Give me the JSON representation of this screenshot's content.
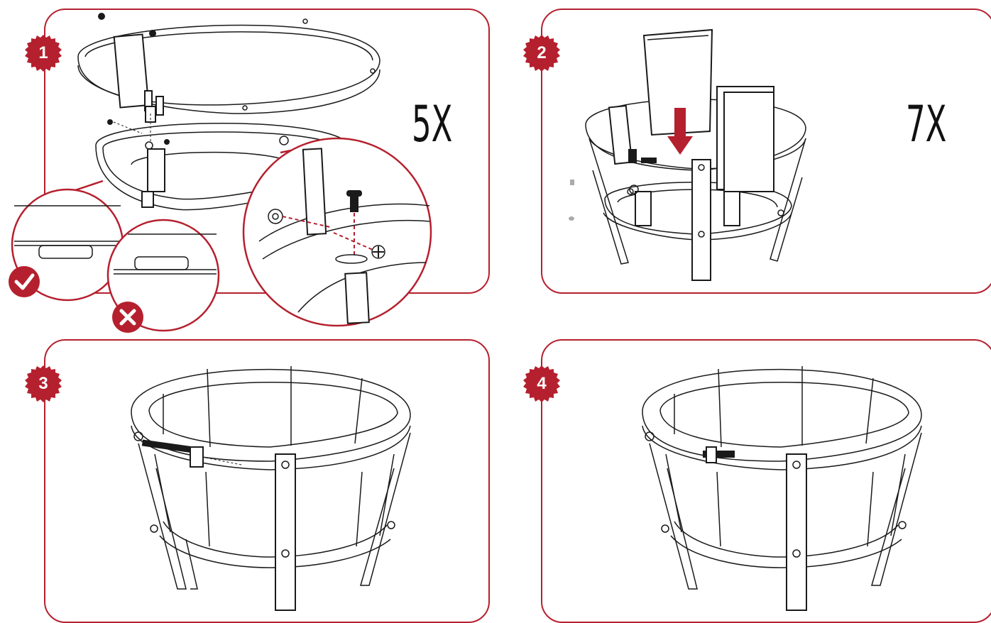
{
  "steps": [
    {
      "number": "1",
      "multiplier": "5X"
    },
    {
      "number": "2",
      "multiplier": "7X"
    },
    {
      "number": "3",
      "multiplier": ""
    },
    {
      "number": "4",
      "multiplier": ""
    }
  ],
  "colors": {
    "accent": "#b5202e",
    "line": "#1a1a1a",
    "ok": "#b5202e",
    "bad": "#b5202e"
  },
  "icons": {
    "correct": "checkmark-icon",
    "wrong": "cross-icon",
    "direction": "arrow-down-icon"
  }
}
